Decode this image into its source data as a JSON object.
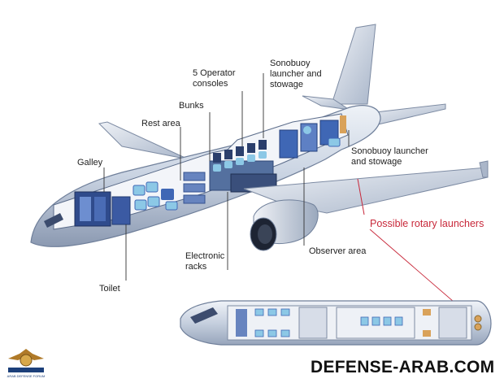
{
  "labels": {
    "operator_consoles": "5 Operator\nconsoles",
    "sonobuoy_top": "Sonobuoy\nlauncher and\nstowage",
    "bunks": "Bunks",
    "rest_area": "Rest area",
    "galley": "Galley",
    "sonobuoy_right": "Sonobuoy launcher\nand stowage",
    "rotary_launchers": "Possible rotary launchers",
    "electronic_racks": "Electronic\nracks",
    "observer_area": "Observer area",
    "toilet": "Toilet"
  },
  "watermark": "DEFENSE-ARAB.COM",
  "logo_text": "ARAB DEFENSE FORUM",
  "colors": {
    "fuselage": "#d5dde9",
    "fuselage_dark": "#8a99b3",
    "cabin_blue": "#3f67b5",
    "seat_light": "#8cc8e6",
    "accent_red": "#c8283a",
    "leader": "#333333"
  }
}
